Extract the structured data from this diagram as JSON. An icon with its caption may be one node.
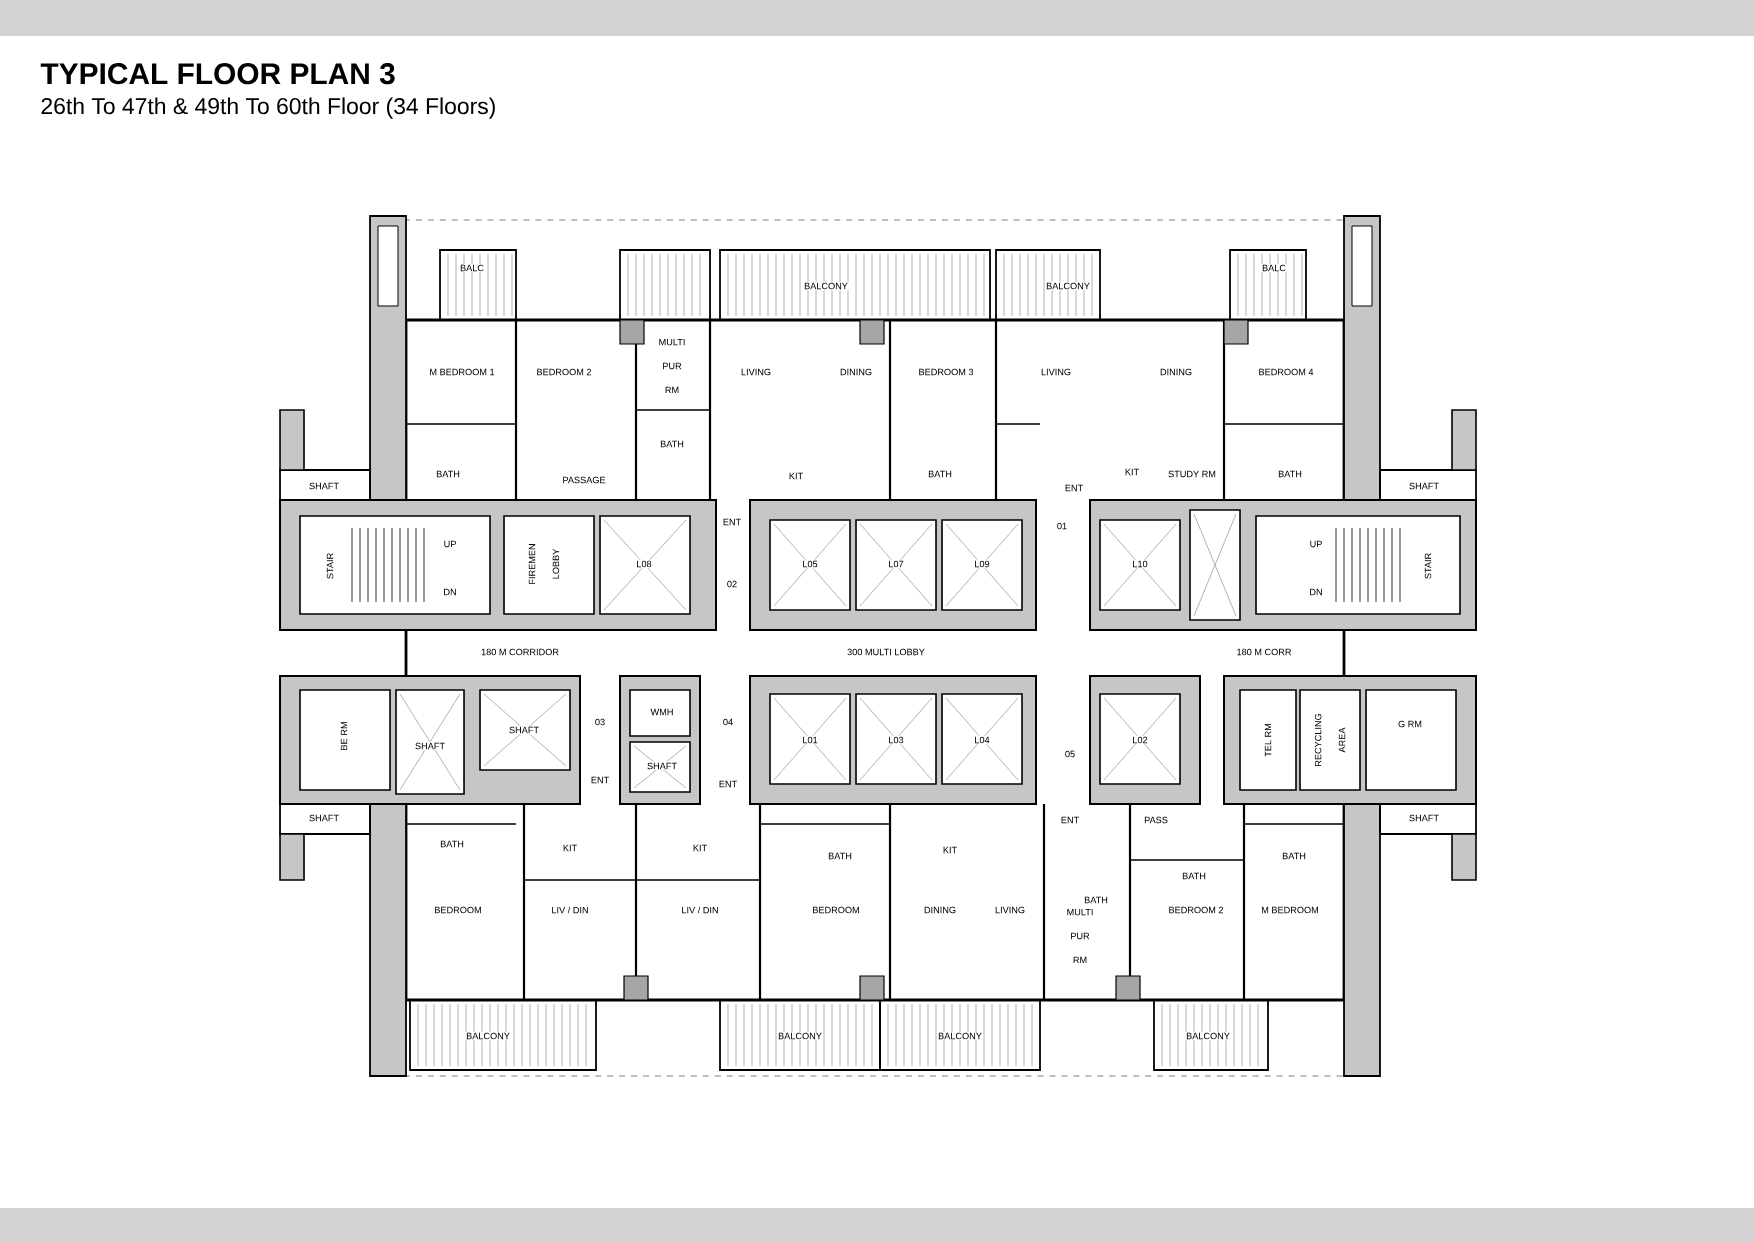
{
  "diagram": {
    "title": "TYPICAL FLOOR PLAN 3",
    "labels": [
      "26th To 47th & 49th To 60th Floor (34 Floors)",
      "BALC",
      "BALCONY",
      "BALCONY",
      "BALC",
      "M BEDROOM 1",
      "BEDROOM 2",
      "MULTI PUR RM",
      "LIVING",
      "DINING",
      "BEDROOM 3",
      "LIVING",
      "DINING",
      "BEDROOM 4",
      "SHAFT",
      "BATH",
      "PASSAGE",
      "BATH",
      "KIT",
      "BATH",
      "ENT",
      "KIT",
      "STUDY RM",
      "BATH",
      "SHAFT",
      "STAIR",
      "UP",
      "DN",
      "FIREMEN LOBBY",
      "L08",
      "ENT",
      "02",
      "L05",
      "L07",
      "L09",
      "01",
      "L10",
      "UP",
      "DN",
      "STAIR",
      "180 M CORRIDOR",
      "300 MULTI LOBBY",
      "180 M CORR",
      "BE RM",
      "SHAFT",
      "SHAFT",
      "03",
      "WMH",
      "04",
      "L01",
      "L03",
      "L04",
      "L02",
      "TEL RM",
      "RECYCLING AREA",
      "G RM",
      "SHAFT",
      "ENT",
      "ENT",
      "05",
      "SHAFT",
      "ENT",
      "PASS",
      "SHAFT",
      "BATH",
      "KIT",
      "KIT",
      "KIT",
      "BATH",
      "BATH",
      "BATH",
      "BATH",
      "BEDROOM",
      "LIV / DIN",
      "LIV / DIN",
      "BEDROOM",
      "DINING",
      "LIVING",
      "BEDROOM 2",
      "M BEDROOM",
      "MULTI PUR RM",
      "BALCONY",
      "BALCONY",
      "BALCONY",
      "BALCONY"
    ]
  }
}
